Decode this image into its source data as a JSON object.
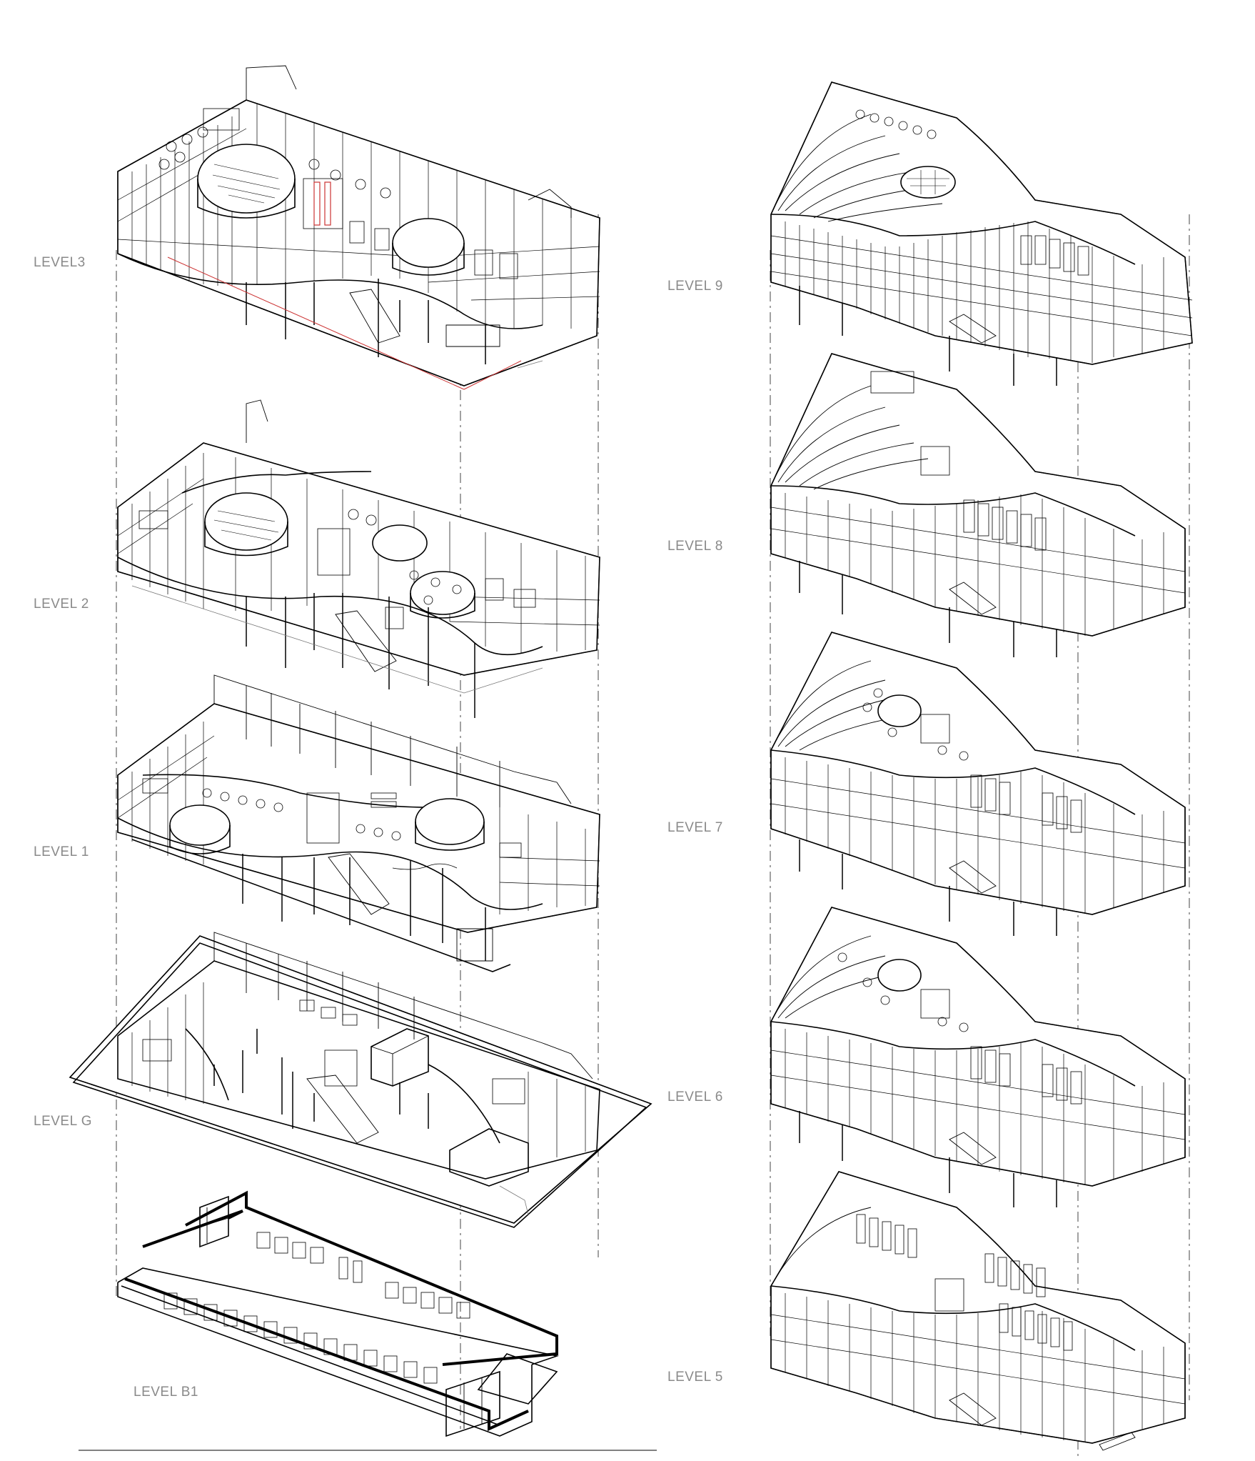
{
  "levels_left": [
    {
      "id": "level-3",
      "label": "LEVEL3"
    },
    {
      "id": "level-2",
      "label": "LEVEL 2"
    },
    {
      "id": "level-1",
      "label": "LEVEL 1"
    },
    {
      "id": "level-g",
      "label": "LEVEL G"
    },
    {
      "id": "level-b1",
      "label": "LEVEL B1"
    }
  ],
  "levels_right": [
    {
      "id": "level-9",
      "label": "LEVEL 9"
    },
    {
      "id": "level-8",
      "label": "LEVEL 8"
    },
    {
      "id": "level-7",
      "label": "LEVEL 7"
    },
    {
      "id": "level-6",
      "label": "LEVEL 6"
    },
    {
      "id": "level-5",
      "label": "LEVEL 5"
    }
  ],
  "colors": {
    "line": "#000000",
    "label": "#8a8a8a",
    "background": "#ffffff",
    "section_cut": "#cc3333"
  }
}
